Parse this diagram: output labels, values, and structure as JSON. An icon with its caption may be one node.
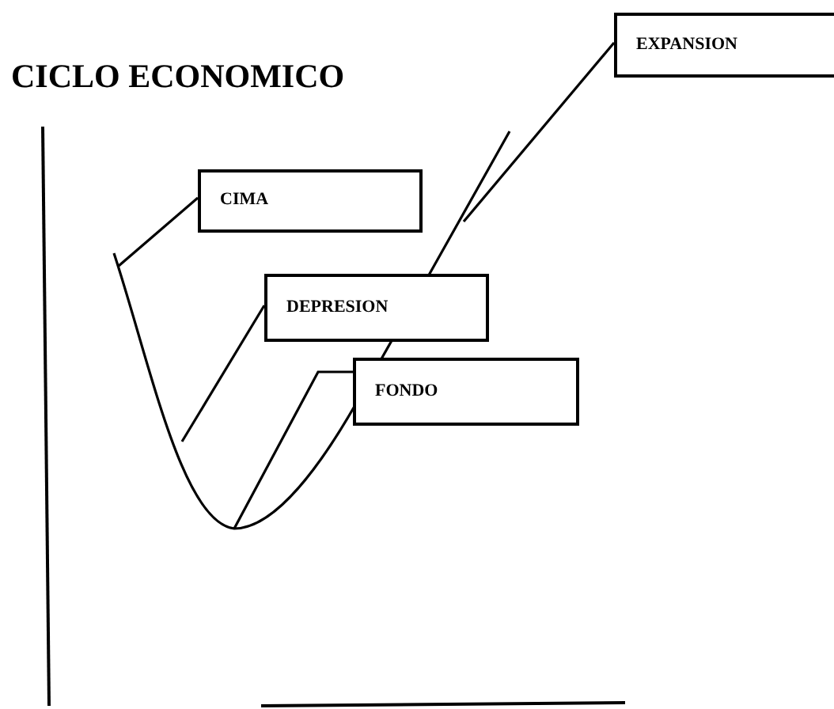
{
  "diagram": {
    "title": "CICLO ECONOMICO",
    "nodes": [
      {
        "text": [
          "EXPANSION"
        ]
      },
      {
        "text": [
          "CIMA"
        ]
      },
      {
        "text": [
          "DEPRESION"
        ]
      },
      {
        "text": [
          "FONDO"
        ]
      }
    ],
    "edges": [
      {
        "from": 0,
        "to": null,
        "arrow": "none"
      },
      {
        "from": 1,
        "to": null,
        "arrow": "none"
      },
      {
        "from": 2,
        "to": null,
        "arrow": "none"
      },
      {
        "from": 3,
        "to": null,
        "arrow": "none"
      }
    ]
  }
}
